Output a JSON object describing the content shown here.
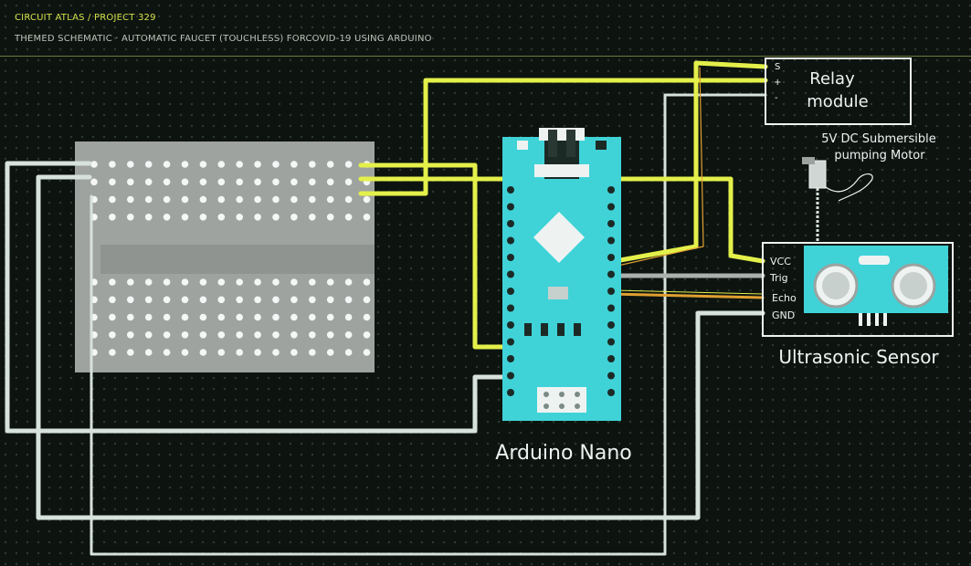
{
  "header": {
    "breadcrumb": "CIRCUIT ATLAS / PROJECT 329",
    "subtitle": "THEMED SCHEMATIC · AUTOMATIC FAUCET (TOUCHLESS) FORCOVID-19 USING ARDUINO"
  },
  "components": {
    "relay": {
      "title_line1": "Relay",
      "title_line2": "module",
      "pins": [
        "S",
        "+",
        "-"
      ]
    },
    "motor": {
      "label_line1": "5V DC Submersible",
      "label_line2": "pumping Motor"
    },
    "sensor": {
      "label": "Ultrasonic Sensor",
      "pins": [
        "VCC",
        "Trig",
        "Echo",
        "GND"
      ]
    },
    "arduino": {
      "label": "Arduino Nano"
    }
  },
  "colors": {
    "background": "#0d1410",
    "wire_yellow": "#e4f04a",
    "wire_white": "#d8e2dc",
    "wire_gray": "#a9b0ad",
    "wire_orange": "#e0a030",
    "board": "#3fd3d8",
    "breadboard": "#9ea3a0"
  }
}
